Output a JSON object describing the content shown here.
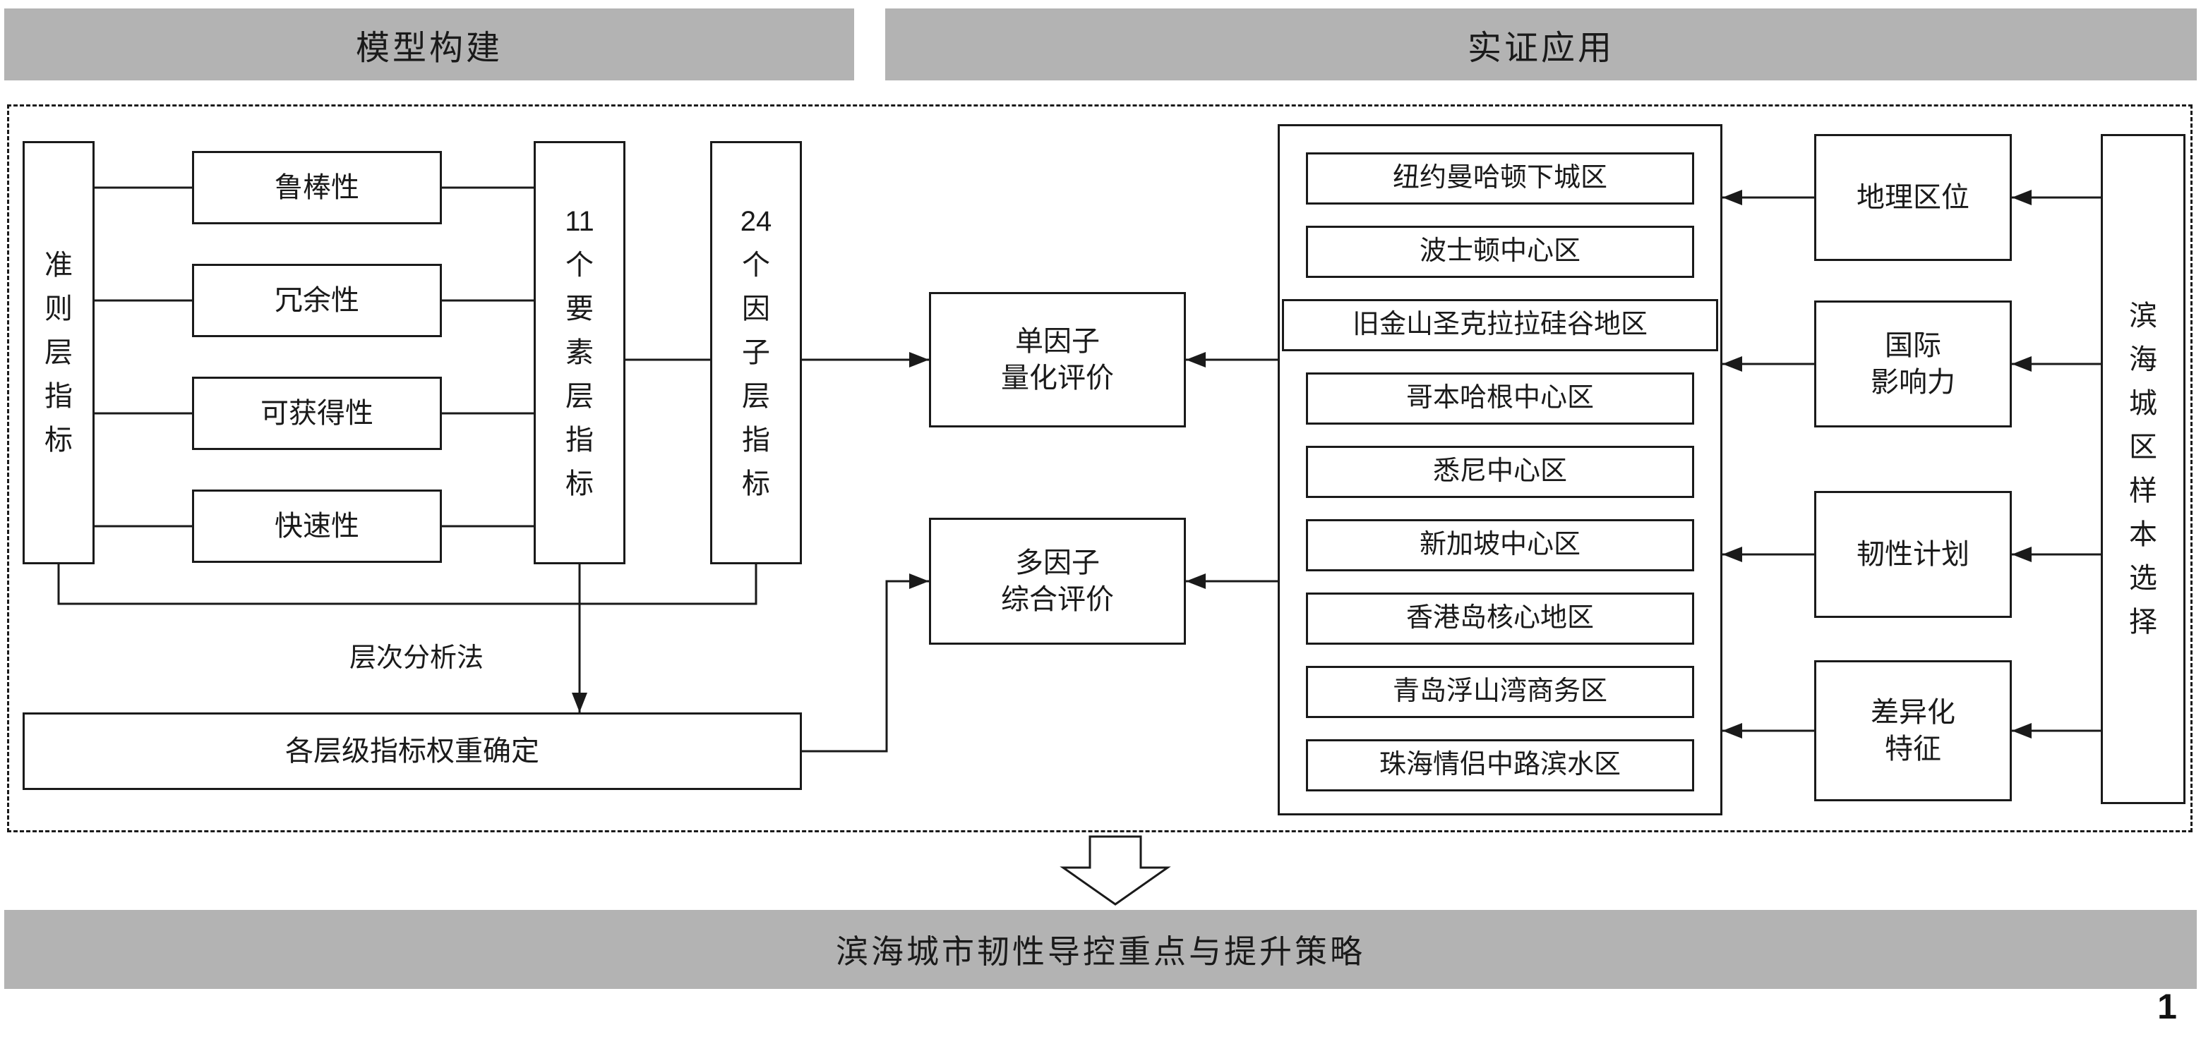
{
  "headers": {
    "model": "模型构建",
    "application": "实证应用"
  },
  "model": {
    "criterion_layer_lines": [
      "准",
      "则",
      "层",
      "指",
      "标"
    ],
    "criteria": [
      "鲁棒性",
      "冗余性",
      "可获得性",
      "快速性"
    ],
    "element_layer_lines": [
      "11",
      "个",
      "要",
      "素",
      "层",
      "指",
      "标"
    ],
    "factor_layer_lines": [
      "24",
      "个",
      "因",
      "子",
      "层",
      "指",
      "标"
    ],
    "single_factor_lines": [
      "单因子",
      "量化评价"
    ],
    "multi_factor_lines": [
      "多因子",
      "综合评价"
    ],
    "ahp_label": "层次分析法",
    "weight_label": "各层级指标权重确定"
  },
  "application": {
    "cities": [
      "纽约曼哈顿下城区",
      "波士顿中心区",
      "旧金山圣克拉拉硅谷地区",
      "哥本哈根中心区",
      "悉尼中心区",
      "新加坡中心区",
      "香港岛核心地区",
      "青岛浮山湾商务区",
      "珠海情侣中路滨水区"
    ],
    "selection_factors": [
      {
        "lines": [
          "地理区位"
        ]
      },
      {
        "lines": [
          "国际",
          "影响力"
        ]
      },
      {
        "lines": [
          "韧性计划"
        ]
      },
      {
        "lines": [
          "差异化",
          "特征"
        ]
      }
    ],
    "sample_selection_lines": [
      "滨",
      "海",
      "城",
      "区",
      "样",
      "本",
      "选",
      "择"
    ]
  },
  "footer": {
    "conclusion": "滨海城市韧性导控重点与提升策略",
    "page_number": "1"
  },
  "colors": {
    "header_bar": "#b3b3b3",
    "line": "#1a1a1a",
    "background": "#ffffff"
  }
}
